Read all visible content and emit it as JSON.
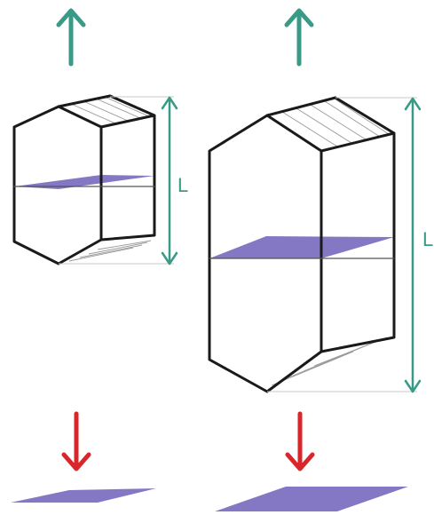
{
  "colors": {
    "growth_arrow": "#3a9a88",
    "sink_arrow": "#d9262a",
    "plane": "#8478c4",
    "outline": "#1a1a1a",
    "dimension": "#3a9a88"
  },
  "icons": {
    "growth": "arrow-up-icon",
    "sink": "arrow-down-icon"
  },
  "diagram": {
    "crystals": [
      {
        "name": "small-crystal",
        "length_label": "L"
      },
      {
        "name": "large-crystal",
        "length_label": "L"
      }
    ]
  }
}
